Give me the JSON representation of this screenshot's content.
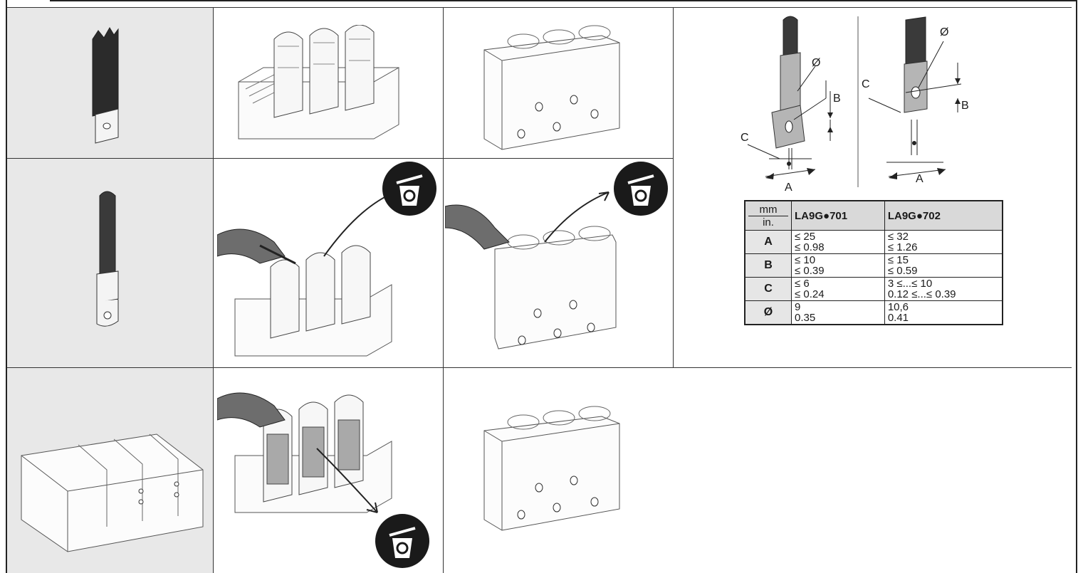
{
  "table": {
    "unit_top": "mm",
    "unit_bottom": "in.",
    "col1_header": "LA9G●701",
    "col2_header": "LA9G●702",
    "rows": [
      {
        "label": "A",
        "v1_mm": "≤ 25",
        "v1_in": "≤ 0.98",
        "v2_mm": "≤ 32",
        "v2_in": "≤ 1.26"
      },
      {
        "label": "B",
        "v1_mm": "≤ 10",
        "v1_in": "≤ 0.39",
        "v2_mm": "≤ 15",
        "v2_in": "≤ 0.59"
      },
      {
        "label": "C",
        "v1_mm": "≤ 6",
        "v1_in": "≤ 0.24",
        "v2_mm": "3 ≤...≤ 10",
        "v2_in": "0.12 ≤...≤ 0.39"
      },
      {
        "label": "Ø",
        "v1_mm": "9",
        "v1_in": "0.35",
        "v2_mm": "10,6",
        "v2_in": "0.41"
      }
    ]
  },
  "lug_labels": {
    "diameter": "Ø",
    "a": "A",
    "b": "B",
    "c": "C"
  },
  "colors": {
    "cell_shade": "#e8e8e8",
    "line": "#333333",
    "dark_part": "#2b2b2b",
    "grey_part": "#b5b5b5",
    "bin_icon": "#1a1a1a"
  },
  "icons": [
    "recycle-bin-icon",
    "recycle-bin-icon",
    "recycle-bin-icon"
  ]
}
